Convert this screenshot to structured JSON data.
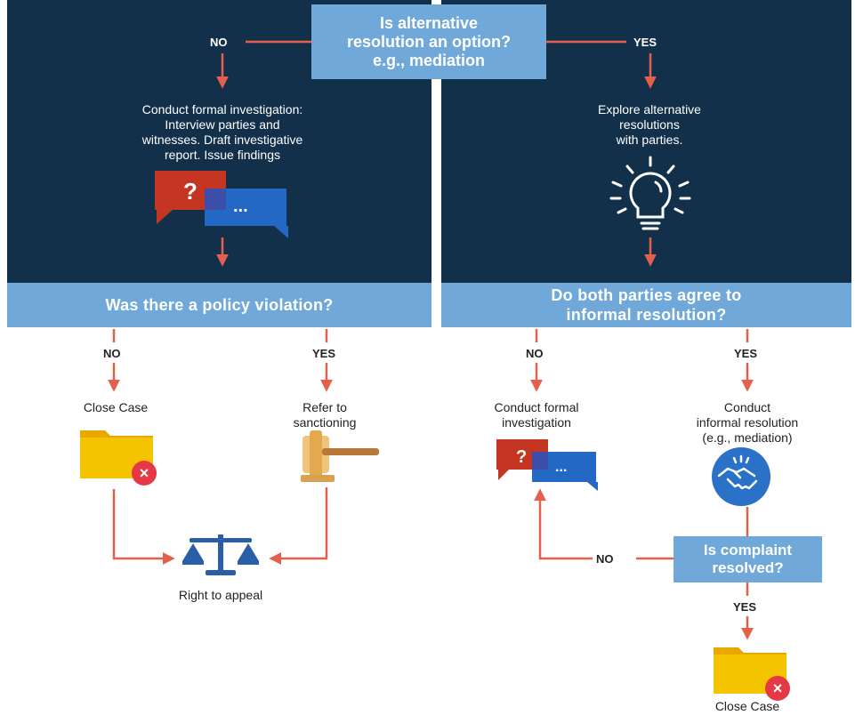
{
  "top_question": "Is alternative\nresolution an option?\ne.g., mediation",
  "left_branch": {
    "no_label": "NO",
    "description": "Conduct formal investigation:\nInterview parties and\nwitnesses. Draft investigative\nreport. Issue findings",
    "question": "Was there a policy violation?",
    "no_outcome": {
      "label": "NO",
      "text": "Close Case"
    },
    "yes_outcome": {
      "label": "YES",
      "text": "Refer to\nsanctioning"
    },
    "final": "Right to appeal"
  },
  "right_branch": {
    "yes_label": "YES",
    "description": "Explore alternative\nresolutions\nwith parties.",
    "question": "Do both parties agree to\ninformal resolution?",
    "no_outcome": {
      "label": "NO",
      "text": "Conduct formal\ninvestigation"
    },
    "yes_outcome": {
      "label": "YES",
      "text": "Conduct\ninformal resolution\n(e.g., mediation)"
    },
    "resolved_question": "Is complaint\nresolved?",
    "resolved_no_label": "NO",
    "resolved_yes_label": "YES",
    "final": "Close Case"
  },
  "icon_glyphs": {
    "question_mark": "?",
    "ellipsis": "...",
    "close_x": "×"
  },
  "colors": {
    "panel": "#12304a",
    "band": "#6fa8d9",
    "arrow": "#e4604d",
    "folder": "#f5c400",
    "folder_tab": "#e8a800",
    "badge": "#e53945",
    "bubble_red": "#c43622",
    "bubble_blue": "#2268c4",
    "icon_blue": "#2a5fa8"
  }
}
